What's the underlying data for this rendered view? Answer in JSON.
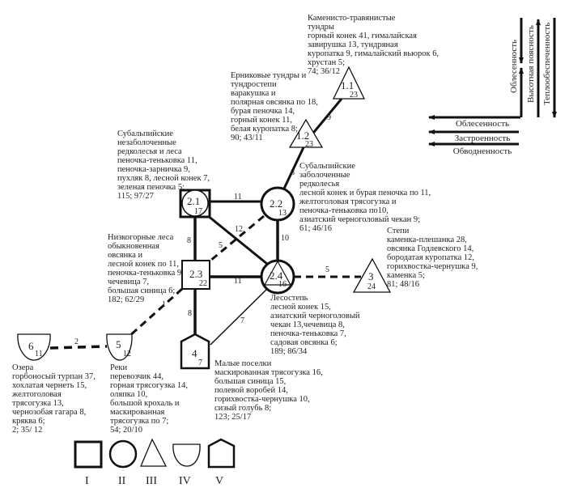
{
  "nodes": [
    {
      "id": "1.1",
      "count": "23"
    },
    {
      "id": "1.2",
      "count": "23"
    },
    {
      "id": "2.1",
      "count": "17"
    },
    {
      "id": "2.2",
      "count": "13"
    },
    {
      "id": "2.3",
      "count": "22"
    },
    {
      "id": "2.4",
      "count": "16"
    },
    {
      "id": "3",
      "count": "24"
    },
    {
      "id": "4",
      "count": "7"
    },
    {
      "id": "5",
      "count": "12"
    },
    {
      "id": "6",
      "count": "11"
    }
  ],
  "edges": [
    {
      "from": "1.1",
      "to": "1.2",
      "weight": "9",
      "style": "solid"
    },
    {
      "from": "1.2",
      "to": "2.2",
      "weight": "8",
      "style": "solid"
    },
    {
      "from": "2.1",
      "to": "2.2",
      "weight": "11",
      "style": "solid"
    },
    {
      "from": "2.1",
      "to": "2.3",
      "weight": "8",
      "style": "solid"
    },
    {
      "from": "2.2",
      "to": "2.4",
      "weight": "10",
      "style": "solid"
    },
    {
      "from": "2.1",
      "to": "2.4",
      "weight": "12",
      "style": "solid"
    },
    {
      "from": "2.2",
      "to": "2.3",
      "weight": "5",
      "style": "dashed"
    },
    {
      "from": "2.3",
      "to": "2.4",
      "weight": "11",
      "style": "solid"
    },
    {
      "from": "2.4",
      "to": "3",
      "weight": "5",
      "style": "dashed"
    },
    {
      "from": "2.3",
      "to": "4",
      "weight": "8",
      "style": "solid"
    },
    {
      "from": "2.4",
      "to": "4",
      "weight": "7",
      "style": "thin"
    },
    {
      "from": "2.3",
      "to": "5",
      "weight": "1",
      "style": "dashed"
    },
    {
      "from": "6",
      "to": "5",
      "weight": "2",
      "style": "dashed"
    }
  ],
  "blocks": {
    "tundra": [
      "Каменисто-травянистые",
      "тундры",
      "горный конек 41, гималайская",
      "завирушка 13, тундряная",
      "куропатка 9, гималайский вьюрок 6,",
      "хрустан 5;",
      "74; 36/12"
    ],
    "erniki": [
      "Ерниковые тундры и",
      "тундростепи",
      "варакушка и",
      "полярная овсянка по 18,",
      "бурая пеночка 14,",
      "горный конек 11,",
      "белая куропатка 8;",
      "90; 43/11"
    ],
    "subalp_dry": [
      "Субальпийские",
      "незаболоченные",
      "редколесья и леса",
      "пеночка-теньковка 11,",
      "пеночка-зарничка 9,",
      "пухляк 8, лесной конек 7,",
      "зеленая пеночка 5;",
      "115; 97/27"
    ],
    "subalp_wet": [
      "Субальпийские",
      "заболоченные",
      "редколесья",
      "лесной конек и бурая пеночка по 11,",
      "желтоголовая трясогузка и",
      "пеночка-теньковка по10,",
      "азиатский черноголовый чекан 9;",
      "61; 46/16"
    ],
    "lowmount": [
      "Низкогорные леса",
      "обыкновенная",
      "овсянка и",
      "лесной конек по 11,",
      "пеночка-теньковка 9,",
      "чечевица 7,",
      "большая синица 6;",
      "182; 62/29"
    ],
    "steppe": [
      "Степи",
      "каменка-плешанка 28,",
      "овсянка Годлевского 14,",
      "бородатая куропатка 12,",
      "горихвостка-чернушка 9,",
      "каменка 5;",
      "81; 48/16"
    ],
    "foreststeppe": [
      "Лесостепь",
      "лесной конек 15,",
      "азиатский черноголовый",
      "чекан 13,чечевица 8,",
      "пеночка-теньковка 7,",
      "садовая овсянка 6;",
      "189; 86/34"
    ],
    "villages": [
      "Малые поселки",
      "маскированная трясогузка 16,",
      "большая синица 15,",
      "полевой воробей 14,",
      "горихвостка-чернушка 10,",
      "сизый голубь 8;",
      "123; 25/17"
    ],
    "lakes": [
      "Озера",
      "горбоносый турпан 37,",
      "хохлатая чернеть 15,",
      "желтоголовая",
      "трясогузка 13,",
      "чернозобая гагара 8,",
      "кряква 6;",
      "2; 35/ 12"
    ],
    "rivers": [
      "Реки",
      "перевозчик 44,",
      "горная трясогузка 14,",
      "оляпка 10,",
      "большой крохаль и",
      "маскированная",
      "трясогузка по 7;",
      "54; 20/10"
    ]
  },
  "gradients": {
    "vertical": [
      "Облесенность",
      "Высотная поясность",
      "Теплообеспеченность"
    ],
    "horizontal": [
      "Облесенность",
      "Застроенность",
      "Обводненность"
    ]
  },
  "legend": [
    "I",
    "II",
    "III",
    "IV",
    "V"
  ]
}
